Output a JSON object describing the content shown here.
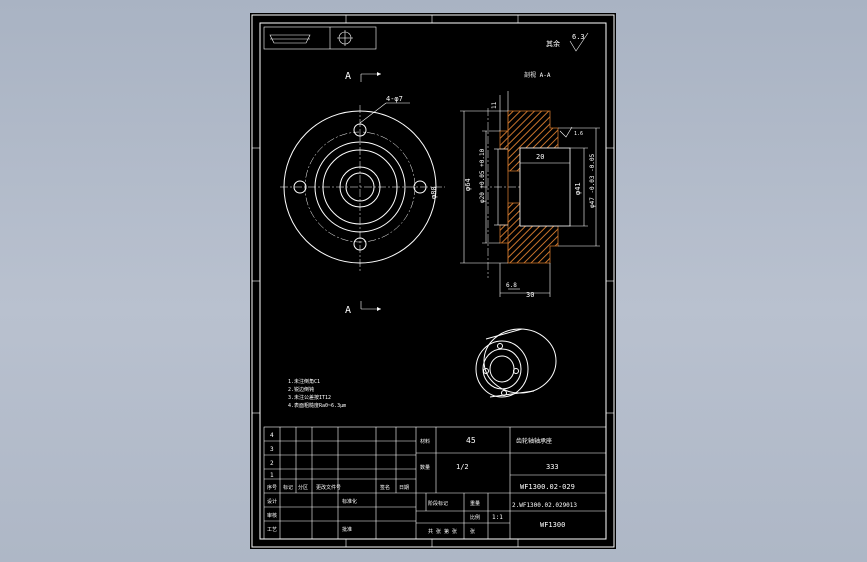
{
  "drawing": {
    "section_marker": "A",
    "hole_spec": "4-φ7",
    "section_label": "剖视 A-A",
    "roughness_label": "其余",
    "roughness_value": "6.3",
    "roughness_small": "1.6",
    "dims": {
      "d80": "φ80",
      "d64": "φ64",
      "d20": "φ20 +0.05 +0.10",
      "d41": "φ41",
      "d47": "φ47 -0.03 -0.05",
      "w20": "20",
      "w6": "6.8",
      "w30": "30",
      "t11": "11"
    },
    "tech_notes": [
      "1.未注倒角C1",
      "2.锐边倒钝",
      "3.未注公差按IT12",
      "4.表面粗糙度Ra0~6.3μm"
    ]
  },
  "title_block": {
    "material": "45",
    "part_name": "齿轮轴轴承座",
    "scale": "1:1",
    "part_no": "WF1300.02-029",
    "drawing_no": "2.WF1300.02.029013",
    "project": "WF1300",
    "count": "333",
    "ratio": "1/2",
    "rows": [
      "4",
      "3",
      "2",
      "1"
    ],
    "labels": {
      "material_lbl": "材料",
      "quantity_lbl": "数量",
      "seq": "序号",
      "mark": "标记",
      "zone": "分区",
      "doc": "更改文件号",
      "sign": "签名",
      "date": "日期",
      "design": "设计",
      "check": "审核",
      "process": "工艺",
      "std": "标准化",
      "approve": "批准",
      "stage": "阶段标记",
      "weight": "重量",
      "scale_lbl": "比例",
      "sheet": "共 张 第 张",
      "sheets": "张"
    }
  }
}
